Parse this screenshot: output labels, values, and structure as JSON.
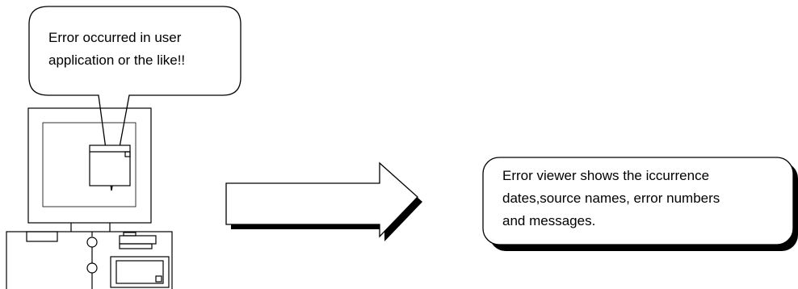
{
  "left_bubble": {
    "lines": [
      "Error occurred in user",
      "application or the like!!"
    ]
  },
  "right_bubble": {
    "lines": [
      "Error viewer shows the iccurrence",
      "dates,source names, error numbers",
      "and messages."
    ]
  },
  "colors": {
    "stroke": "#000000",
    "background": "#ffffff"
  }
}
